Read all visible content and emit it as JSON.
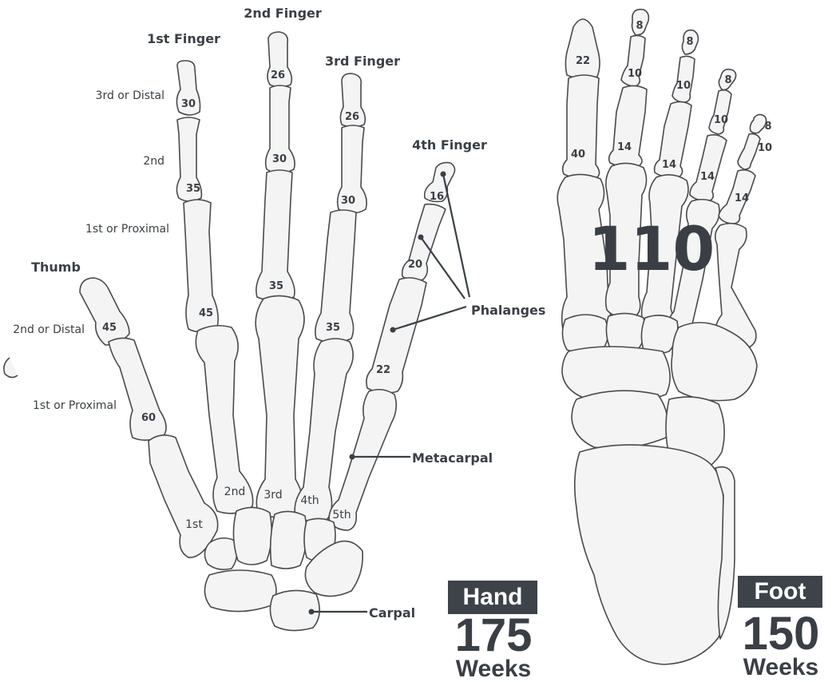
{
  "hand": {
    "finger_labels": {
      "first": "1st Finger",
      "second": "2nd Finger",
      "third": "3rd Finger",
      "fourth": "4th Finger",
      "thumb": "Thumb"
    },
    "finger_row_labels": {
      "distal": "3rd or Distal",
      "middle": "2nd",
      "proximal": "1st or Proximal"
    },
    "thumb_row_labels": {
      "distal": "2nd or Distal",
      "proximal": "1st or Proximal"
    },
    "bone_values": {
      "f1_distal": "30",
      "f1_middle": "35",
      "f1_proximal": "45",
      "f2_distal": "26",
      "f2_middle": "30",
      "f2_proximal": "35",
      "f3_distal": "26",
      "f3_middle": "30",
      "f3_proximal": "35",
      "f4_distal": "16",
      "f4_middle": "20",
      "f4_proximal": "22",
      "thumb_distal": "45",
      "thumb_proximal": "60"
    },
    "metacarpal_numbers": [
      "1st",
      "2nd",
      "3rd",
      "4th",
      "5th"
    ],
    "callouts": {
      "phalanges": "Phalanges",
      "metacarpal": "Metacarpal",
      "carpal": "Carpal"
    },
    "badge": "Hand",
    "total": "175",
    "unit": "Weeks"
  },
  "foot": {
    "bone_values": {
      "t1_distal": "22",
      "t1_proximal": "40",
      "t2_distal": "8",
      "t2_middle": "10",
      "t2_proximal": "14",
      "t3_distal": "8",
      "t3_middle": "10",
      "t3_proximal": "14",
      "t4_distal": "8",
      "t4_middle": "10",
      "t4_proximal": "14",
      "t5_distal": "8",
      "t5_middle": "10",
      "t5_proximal": "14"
    },
    "metatarsal_value": "110",
    "badge": "Foot",
    "total": "150",
    "unit": "Weeks"
  },
  "colors": {
    "badge_bg": "#3e4249",
    "text": "#3b3f45",
    "bone_fill": "#f4f4f4",
    "bone_stroke": "#4a4a4a"
  }
}
